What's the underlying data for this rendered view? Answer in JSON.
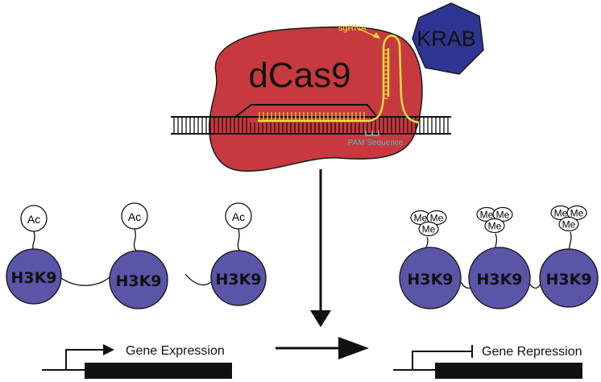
{
  "labels": {
    "dcas9": "dCas9",
    "krab": "KRAB",
    "sgrna": "sgRNA",
    "pam": "PAM Sequence",
    "gene_expression": "Gene Expression",
    "gene_repression": "Gene Repression"
  },
  "nucleosome_label": "H3K9",
  "acetyl_mark": "Ac",
  "methyl_mark": "Me",
  "colors": {
    "dcas9": "#c8393f",
    "krab": "#2e3591",
    "sgrna": "#e7e13a",
    "pam": "#5fb4b8",
    "nucleosome": "#5b55a8",
    "gene_body": "#111111"
  },
  "left_state": {
    "modification": "acetylation",
    "nucleosomes": 3,
    "gene_state": "expressed"
  },
  "right_state": {
    "modification": "trimethylation",
    "nucleosomes": 3,
    "gene_state": "repressed"
  }
}
